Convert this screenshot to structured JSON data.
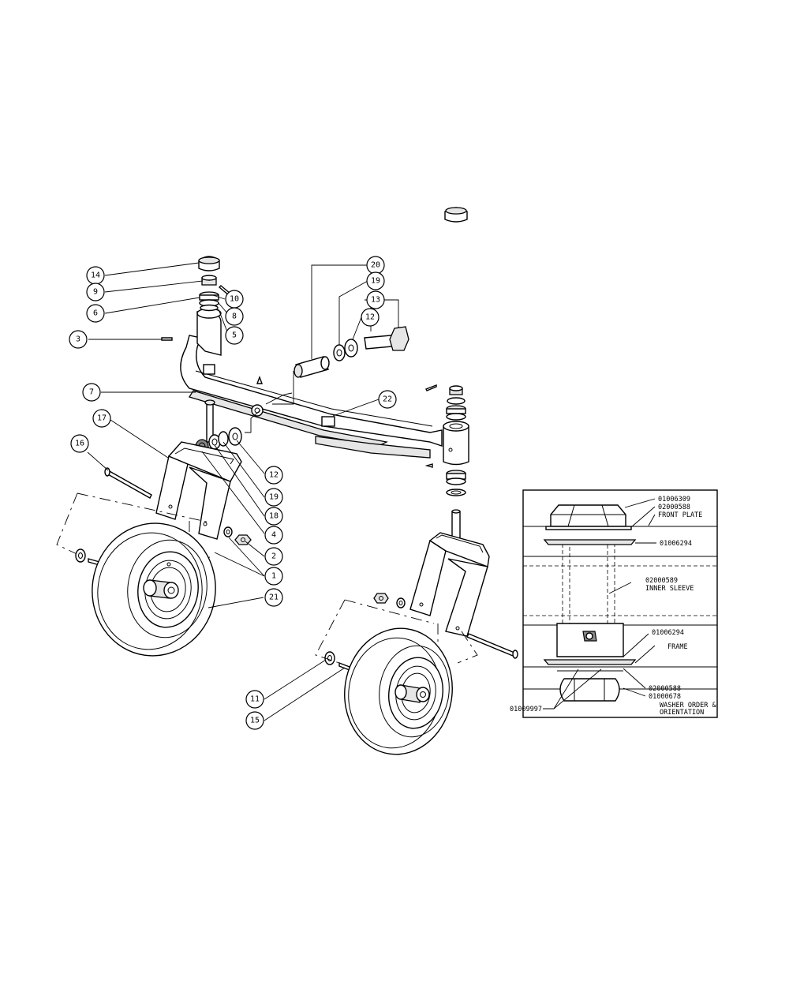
{
  "callouts": {
    "c1": "1",
    "c2": "2",
    "c3": "3",
    "c4": "4",
    "c5": "5",
    "c6": "6",
    "c7": "7",
    "c8": "8",
    "c9": "9",
    "c10": "10",
    "c11": "11",
    "c12a": "12",
    "c12b": "12",
    "c13": "13",
    "c14": "14",
    "c15": "15",
    "c16": "16",
    "c17": "17",
    "c18": "18",
    "c19a": "19",
    "c19b": "19",
    "c20": "20",
    "c21": "21",
    "c22": "22"
  },
  "detail": {
    "labels": {
      "nut_part": "01006309",
      "washer_top": "02000588",
      "front_plate": "FRONT PLATE",
      "washer_mid_top": "01006294",
      "inner_sleeve_part": "02000589",
      "inner_sleeve": "INNER SLEEVE",
      "washer_mid_bottom": "01006294",
      "frame": "FRAME",
      "washer_bottom": "02000588",
      "nut_bottom": "01000678",
      "washer_order_line1": "WASHER ORDER &",
      "washer_order_line2": "ORIENTATION",
      "wave_washer": "01009997"
    }
  }
}
